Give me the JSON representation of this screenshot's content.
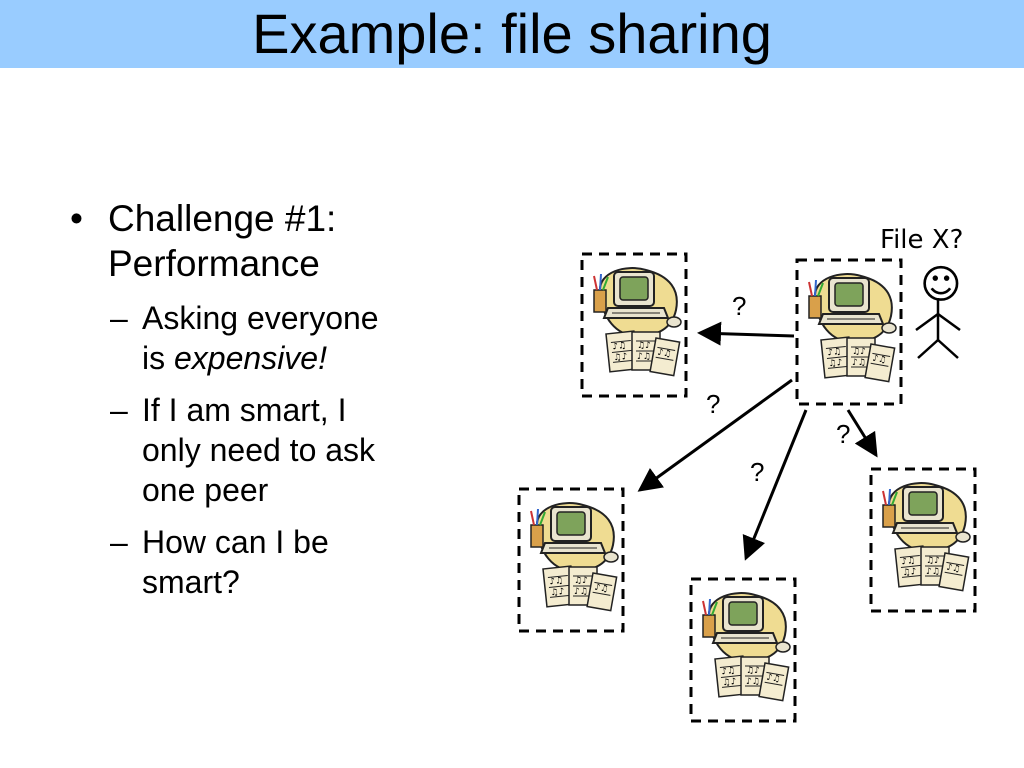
{
  "slide": {
    "title": "Example: file sharing",
    "title_bar_color": "#99ccff"
  },
  "bullets": [
    {
      "text": "Challenge #1: Performance",
      "line1": "Challenge #1:",
      "line2": "Performance",
      "sub": [
        {
          "line1": "Asking everyone",
          "line2_prefix": "is ",
          "line2_em": "expensive!"
        },
        {
          "line1": "If I am smart, I",
          "line2": "only need to ask",
          "line3": "one peer"
        },
        {
          "line1": "How can I be",
          "line2": "smart?"
        }
      ]
    }
  ],
  "diagram": {
    "requester_label": "File X?",
    "requester_face": "☺",
    "question_mark": "?",
    "peer_icon": "computer-with-music-files-icon",
    "peer_count": 5,
    "requester_icon": "stick-figure-icon"
  }
}
